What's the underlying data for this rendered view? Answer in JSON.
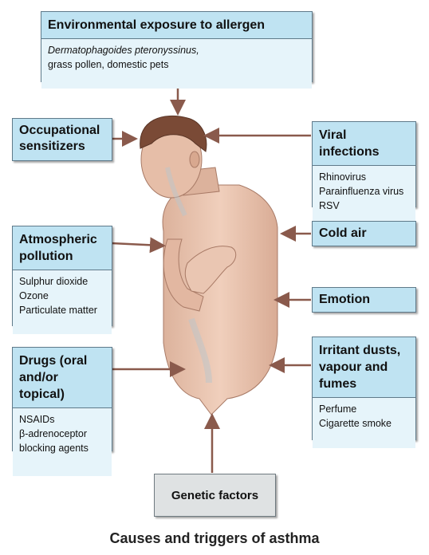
{
  "boxes": {
    "environmental": {
      "title": "Environmental exposure to allergen",
      "line1": "Dermatophagoides pteronyssinus,",
      "line2": "grass pollen, domestic pets"
    },
    "occupational": {
      "line1": "Occupational",
      "line2": "sensitizers"
    },
    "viral": {
      "title": "Viral infections",
      "items": [
        "Rhinovirus",
        "Parainfluenza virus",
        "RSV"
      ]
    },
    "atmospheric": {
      "line1": "Atmospheric",
      "line2": "pollution",
      "items": [
        "Sulphur dioxide",
        "Ozone",
        "Particulate matter"
      ]
    },
    "cold_air": {
      "title": "Cold air"
    },
    "emotion": {
      "title": "Emotion"
    },
    "drugs": {
      "line1": "Drugs (oral",
      "line2": "and/or topical)",
      "items": [
        "NSAIDs",
        "β-adrenoceptor",
        "blocking agents"
      ]
    },
    "irritant": {
      "line1": "Irritant dusts,",
      "line2": "vapour and",
      "line3": "fumes",
      "items": [
        "Perfume",
        "Cigarette smoke"
      ]
    },
    "genetic": {
      "title": "Genetic factors"
    }
  },
  "caption": "Causes and triggers of asthma",
  "colors": {
    "box_header": "#bfe3f2",
    "box_body": "#e6f4fa",
    "arrow": "#8a5a4c",
    "skin": "#e8c2ad"
  }
}
